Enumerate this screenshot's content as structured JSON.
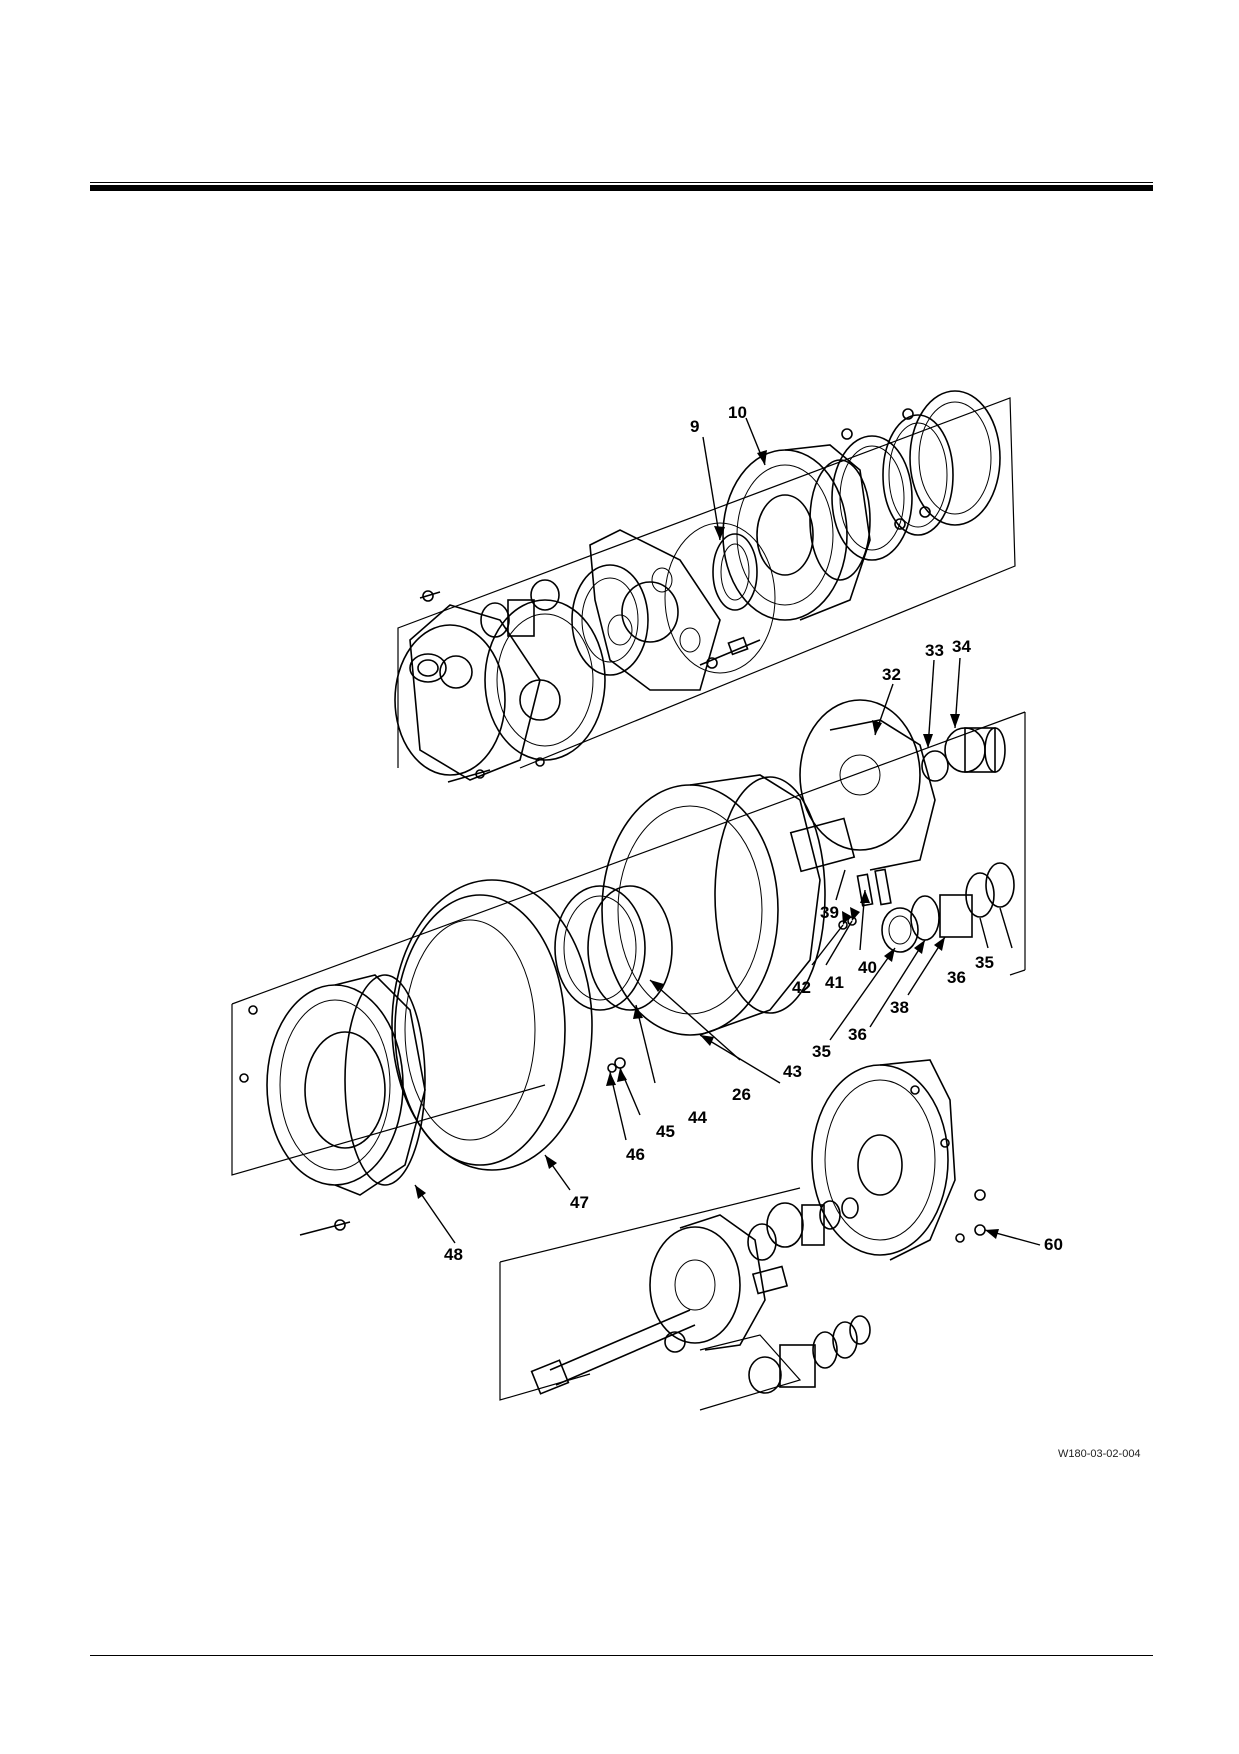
{
  "figure_code": "W180-03-02-004",
  "callouts": {
    "c9": "9",
    "c10": "10",
    "c32": "32",
    "c33": "33",
    "c34": "34",
    "c35a": "35",
    "c35b": "35",
    "c36a": "36",
    "c36b": "36",
    "c38": "38",
    "c39": "39",
    "c40": "40",
    "c41": "41",
    "c42": "42",
    "c43": "43",
    "c44": "44",
    "c45": "45",
    "c46": "46",
    "c47": "47",
    "c48": "48",
    "c26": "26",
    "c60": "60"
  }
}
